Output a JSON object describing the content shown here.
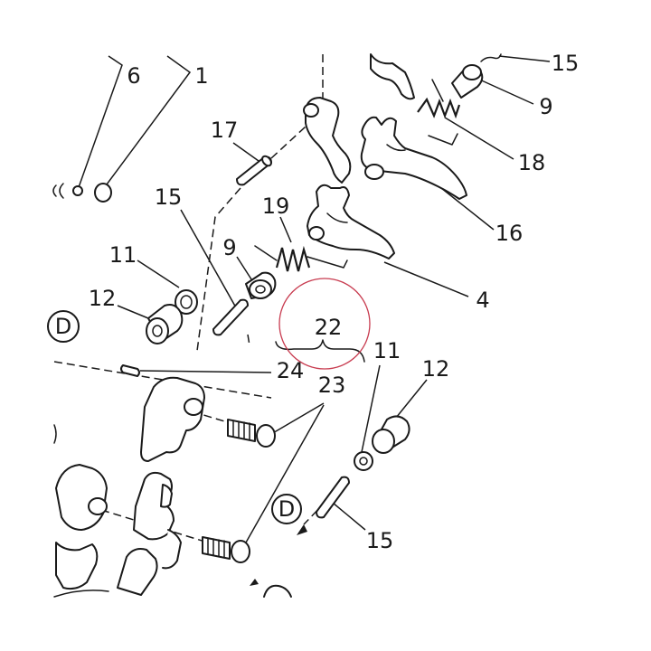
{
  "diagram": {
    "callouts": [
      {
        "id": "c6",
        "text": "6"
      },
      {
        "id": "c1",
        "text": "1"
      },
      {
        "id": "c15a",
        "text": "15"
      },
      {
        "id": "c9a",
        "text": "9"
      },
      {
        "id": "c17",
        "text": "17"
      },
      {
        "id": "c18",
        "text": "18"
      },
      {
        "id": "c15b",
        "text": "15"
      },
      {
        "id": "c19",
        "text": "19"
      },
      {
        "id": "c16",
        "text": "16"
      },
      {
        "id": "c11a",
        "text": "11"
      },
      {
        "id": "c9b",
        "text": "9"
      },
      {
        "id": "c4",
        "text": "4"
      },
      {
        "id": "c12a",
        "text": "12"
      },
      {
        "id": "c22",
        "text": "22"
      },
      {
        "id": "c11b",
        "text": "11"
      },
      {
        "id": "c12b",
        "text": "12"
      },
      {
        "id": "c24",
        "text": "24"
      },
      {
        "id": "c23",
        "text": "23"
      },
      {
        "id": "c15c",
        "text": "15"
      }
    ],
    "view_markers": [
      {
        "id": "d1",
        "text": "D"
      },
      {
        "id": "d2",
        "text": "D"
      }
    ],
    "highlight_color": "#c83c50",
    "line_color": "#1a1a1a"
  }
}
